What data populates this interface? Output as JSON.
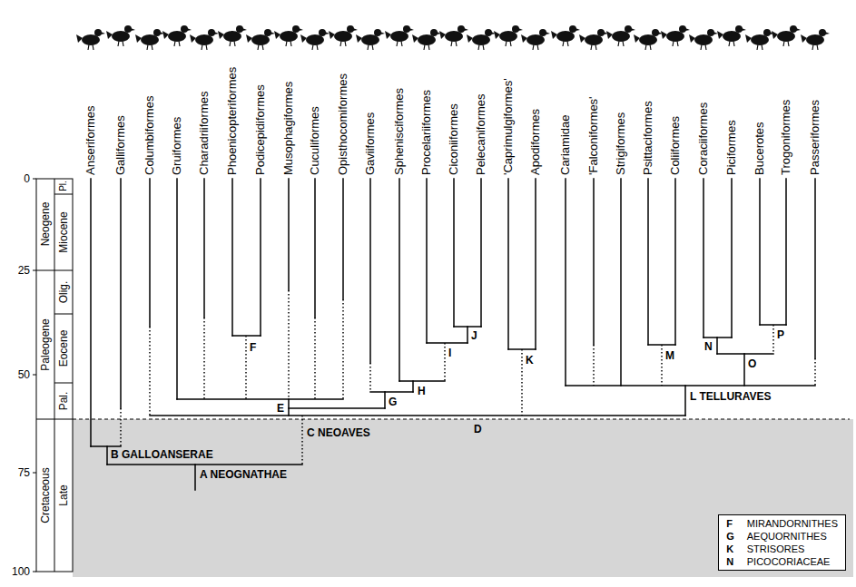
{
  "diagram": {
    "nodes": [
      {
        "text": [
          "F",
          "MIRANDORNITHES",
          "G",
          "AEQUORNITHES",
          "K",
          "STRISORES",
          "N",
          "PICOCORIACEAE"
        ]
      }
    ],
    "labels": [
      "Anseriformes",
      "Galliformes",
      "Columbiformes",
      "Gruiformes",
      "Charadriiformes",
      "Phoenicopteriformes",
      "Podicepidiformes",
      "Musophagiformes",
      "Cuculiformes",
      "Opisthocomiformes",
      "Gaviiformes",
      "Sphenisciformes",
      "Procelariiformes",
      "Ciconiiformes",
      "Pelecaniformes",
      "'Caprimulgiformes'",
      "Apodiformes",
      "Cariamidae",
      "'Falconiformes'",
      "Strigiformes",
      "Psittaciformes",
      "Coliiformes",
      "Coraciiformes",
      "Piciformes",
      "Bucerotes",
      "Trogoniformes",
      "Passeriformes",
      "0",
      "25",
      "50",
      "75",
      "100",
      "Neogene",
      "Paleogene",
      "Cretaceous",
      "Pl.",
      "Miocene",
      "Olig.",
      "Eocene",
      "Pal.",
      "Late",
      "A NEOGNATHAE",
      "B GALLOANSERAE",
      "C NEOAVES",
      "D",
      "E",
      "F",
      "G",
      "H",
      "I",
      "J",
      "K",
      "L TELLURAVES",
      "M",
      "N",
      "O",
      "P"
    ]
  }
}
